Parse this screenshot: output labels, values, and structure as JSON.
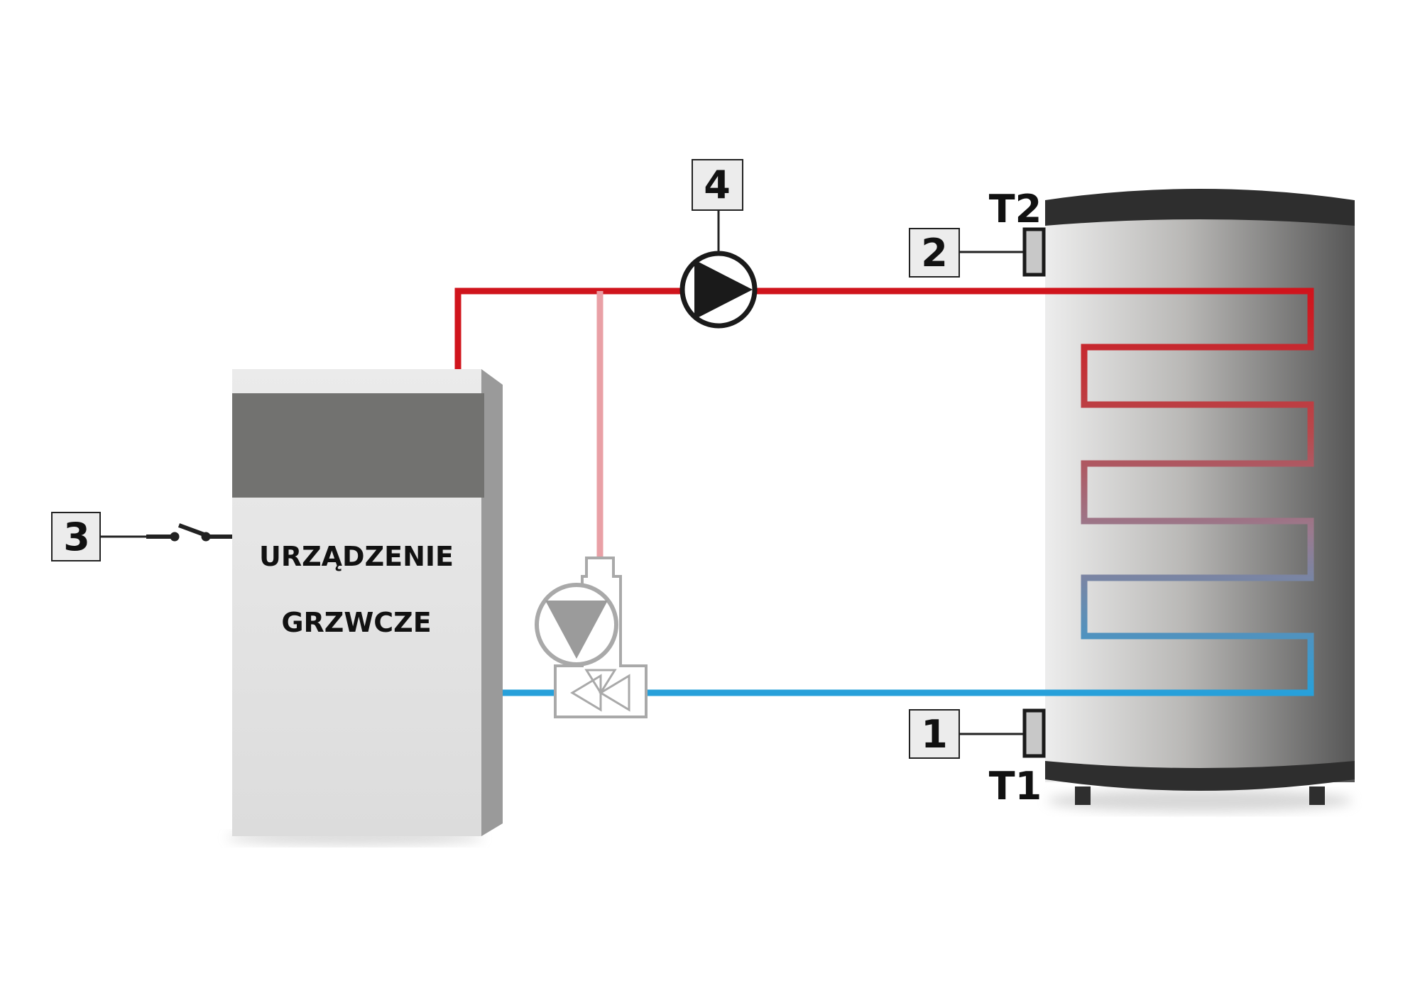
{
  "boiler": {
    "label_line1": "URZĄDZENIE",
    "label_line2": "GRZWCZE"
  },
  "callouts": {
    "c1": "1",
    "c2": "2",
    "c3": "3",
    "c4": "4"
  },
  "sensors": {
    "top": "T2",
    "bottom": "T1"
  },
  "colors": {
    "supply_pipe": "#d0141c",
    "return_pipe": "#27a0da",
    "bypass_pipe": "#e9a0a6",
    "tank_body_light": "#ececec",
    "tank_body_dark": "#5a5a5a",
    "tank_cap": "#2e2e2e",
    "boiler_panel": "#727270",
    "valve_outline": "#a9a9a9"
  },
  "icons": {
    "pump": "circulation-pump-icon",
    "mixing_pump": "mixing-pump-icon",
    "three_way_valve": "three-way-valve-icon",
    "switch": "switch-icon",
    "sensor": "temperature-sensor-icon"
  }
}
